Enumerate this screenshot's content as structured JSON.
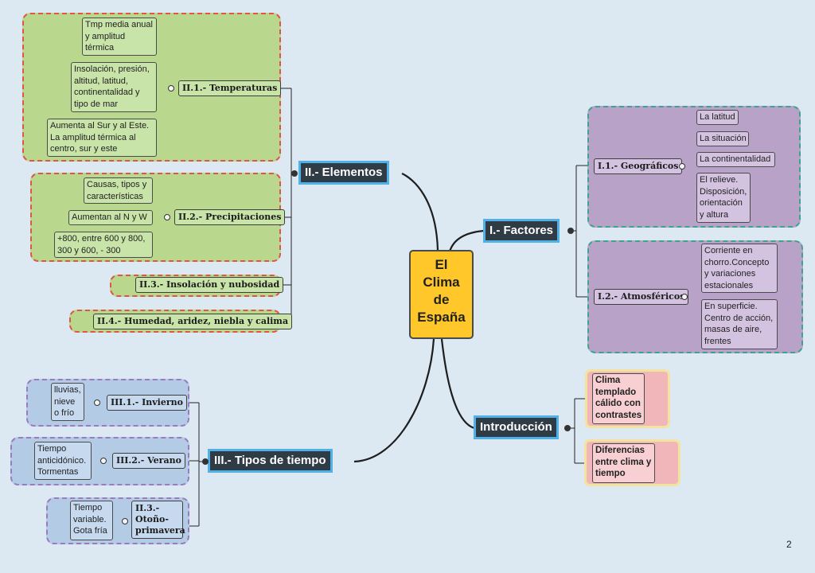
{
  "center": {
    "lines": [
      "El",
      "Clima",
      "de",
      "España"
    ]
  },
  "factores": {
    "title": "I.- Factores",
    "geograficos": {
      "title": "I.1.- Geográficos",
      "items": [
        "La latitud",
        "La situación",
        "La continentalidad",
        "El relieve. Disposición, orientación y altura"
      ]
    },
    "atmosfericos": {
      "title": "I.2.- Atmosféricos",
      "items": [
        "Corriente en chorro.Concepto y variaciones estacionales",
        "En superficie. Centro de acción, masas de aire, frentes"
      ]
    }
  },
  "elementos": {
    "title": "II.- Elementos",
    "temperaturas": {
      "title": "II.1.- Temperaturas",
      "items": [
        "Tmp media anual y amplitud térmica",
        "Insolación, presión, altitud, latitud, continentalidad y tipo de mar",
        "Aumenta al Sur y al Este. La amplitud térmica al centro, sur y este"
      ]
    },
    "precipitaciones": {
      "title": "II.2.- Precipitaciones",
      "items": [
        "Causas, tipos y características",
        "Aumentan al N y W",
        "+800, entre 600 y 800, 300 y 600, - 300"
      ]
    },
    "insolacion": "II.3.- Insolación y nubosidad",
    "humedad": "II.4.- Humedad, aridez, niebla y calima"
  },
  "tipos": {
    "title": "III.- Tipos de tiempo",
    "invierno": {
      "title": "III.1.- Invierno",
      "item": "lluvias, nieve o frío"
    },
    "verano": {
      "title": "III.2.- Verano",
      "item": "Tiempo anticidónico. Tormentas"
    },
    "otono": {
      "title": "II.3.- Otoño-primavera",
      "item": "Tiempo variable. Gota fría"
    }
  },
  "introduccion": {
    "title": "Introducción",
    "items": [
      "Clima templado cálido con contrastes",
      "Diferencias entre clima y tiempo"
    ]
  },
  "page_number": "2",
  "colors": {
    "background": "#dce8f2",
    "center": "#ffc72a",
    "main_topic": "#2f3b45",
    "main_border": "#4fb1e8",
    "green_group": "#b9d88d",
    "purple_group": "#b9a2c8",
    "blue_group": "#b4cbe6",
    "pink_group": "#f0b6ba"
  }
}
